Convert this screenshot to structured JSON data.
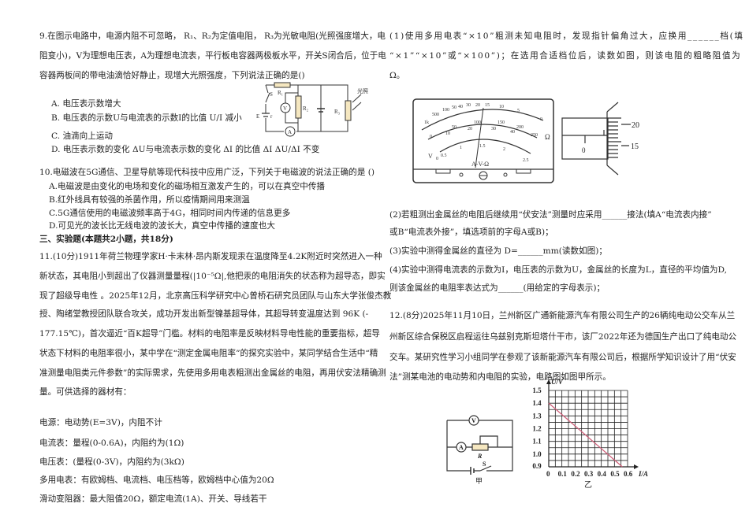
{
  "q9": {
    "lines": [
      "9.在图示电路中，电源内阻不可忽略， R₁、R₂为定值电阻， R₃为光敏电阻(光照强度增大，电",
      "阻变小)，V为理想电压表，A为理想电流表，平行板电容器两极板水平，开关S闭合后，位于电",
      "容器两板间的带电油滴恰好静止，现增大光照强度，下列说法正确的是()"
    ],
    "options": [
      "A. 电压表示数增大",
      "B. 电压表的示数U与电流表的示数I的比值 U/I 减小",
      "C. 油滴向上运动",
      "D. 电压表示数的变化 ΔU与电流表示数的变化 ΔI 的比值 ΔI  ΔU/ΔI 不变"
    ],
    "circuit_labels": {
      "r1": "R₁",
      "r2": "R₂",
      "r3": "R₃",
      "s": "S",
      "e": "E",
      "r": "r",
      "v": "V",
      "a": "A",
      "light": "光照"
    }
  },
  "q10": {
    "stem": "10.电磁波在5G通信、卫星导航等现代科技中应用广泛，下列关于电磁波的说法正确的是 ()",
    "options": [
      "A.电磁波是由变化的电场和变化的磁场相互激发产生的，可以在真空中传播",
      "B.红外线具有较强的杀菌作用，所以疫情期间用来测温",
      "C.5G通信使用的电磁波频率高于4G，相同时间内传递的信息更多",
      "D.可见光的波长比无线电波的波长大，真空中传播的速度也大"
    ]
  },
  "section3": "三、实验题(本题共2小题，共18分)",
  "q11": {
    "lines": [
      "11.(10分)1911年荷兰物理学家H·卡末林·昂内斯发现汞在温度降至4.2K附近时突然进入一种",
      "新状态，其电阻小到超出了仪器测量量程(|10⁻⁵Ω|,他把汞的电阻消失的状态称为超导态，即实",
      "现了超级导电性 。2025年12月，北京高压科学研究中心曾桥石研究员团队与山东大学张俊杰教",
      "授、陶绪堂教授团队联合攻关，成功开发出新型镍基超导体，其超导转变温度达到 96K (-",
      "177.15℃)，首次逼近“百K超导”门槛。材料的电阻率是反映材料导电性能的重要指标，超导",
      "状态下材料的电阻率很小，某中学在“测定金属电阻率”的探究实验中，某同学结合生活中“精",
      "准测量电阻类元件参数”的实际需求，先使用多用电表粗测出金属丝的电阻，再用伏安法精确测",
      "量。可供选择的器材有："
    ],
    "equipment": [
      "电源：电动势(E=3V)，内阻不计",
      "电流表：量程(0-0.6A)，内阻约为(1Ω)",
      "电压表：(量程(0-3V)，内阻约为(3kΩ)",
      "多用电表：有欧姆档、电流档、电压档等，欧姆档中心值为20Ω",
      "滑动变阻器：最大阻值20Ω，额定电流(1A)、开关、导线若干"
    ],
    "part1": [
      "(1)使用多用电表“×10”粗测未知电阻时，发现指针偏角过大，应换用______档(填",
      "“×1”“×10”或“×100”)；在选用合适档位后，读数如图，则该电阻的粗略阻值为",
      "Ω。"
    ],
    "part2": [
      "(2)若粗测出金属丝的电阻后继续用“伏安法”测量时应采用______接法(填A“电流表内接”",
      "或B“电流表外接”，填选项前的字母A或B)；"
    ],
    "part3": "(3)实验中测得金属丝的直径为 D=______mm(读数如图)；",
    "part4": [
      "(4)实验中测得电流表的示数为I，电压表的示数为U，金属丝的长度为L，直径的平均值为D,",
      "则该金属丝的电阻率表达式为______(用给定的字母表示)；"
    ],
    "meter": {
      "ohm_scale": [
        "∞",
        "1k",
        "500",
        "100",
        "50",
        "40",
        "30",
        "20",
        "15",
        "10",
        "5",
        "0"
      ],
      "mid_scale": [
        "0",
        "50",
        "100",
        "150",
        "200",
        "250"
      ],
      "mid_scale2": [
        "0",
        "10",
        "20",
        "30",
        "40",
        "50"
      ],
      "low_scale": [
        "0",
        "0.5",
        "1",
        "1.5",
        "2",
        "2.5"
      ],
      "mode_label": "A-V-Ω",
      "omega_label": "Ω",
      "v_label": "V"
    },
    "micrometer": {
      "labels": [
        "20",
        "15"
      ],
      "zero": "0"
    }
  },
  "q12": {
    "lines": [
      "12.(8分)2025年11月10日，兰州新区广通新能源汽车有限公司生产的26辆纯电动公交车从兰",
      "州新区综合保税区启程运往乌兹别克斯坦塔什干市，该厂2022年还为德国生产出口了纯电动公",
      "交车。某研究性学习小组同学在参观了该新能源汽车有限公司后，根据所学知识设计了用“伏安",
      "法”测某电池的电动势和内电阻的实验，电路图如图甲所示。"
    ],
    "circuit": {
      "v": "V",
      "a": "A",
      "r": "R",
      "s": "S",
      "caption": "甲"
    }
  },
  "chart_data": {
    "type": "line",
    "xlabel": "I/A",
    "ylabel": "U/V",
    "caption": "乙",
    "xlim": [
      0,
      0.6
    ],
    "ylim": [
      0.9,
      1.5
    ],
    "xticks": [
      "0",
      "0.1",
      "0.2",
      "0.3",
      "0.4",
      "0.5",
      "0.6"
    ],
    "yticks": [
      "0.9",
      "1.0",
      "1.1",
      "1.2",
      "1.3",
      "1.4",
      "1.5"
    ],
    "grid": true,
    "grid_minor_step": {
      "x": 0.05,
      "y": 0.05
    },
    "series": [
      {
        "x": [
          0,
          0.56
        ],
        "y": [
          1.4,
          0.9
        ],
        "color": "#d0607a"
      }
    ]
  }
}
